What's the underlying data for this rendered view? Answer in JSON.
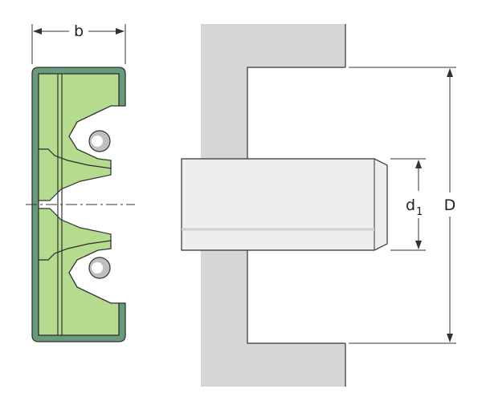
{
  "labels": {
    "width_symbol": "b",
    "shaft_symbol": "d",
    "shaft_subscript": "1",
    "outer_symbol": "D"
  },
  "colors": {
    "seal_case": "#6a9a7e",
    "seal_lip": "#b5db8e",
    "housing": "#d6d6d6",
    "shaft": "#eeeeee",
    "line": "#333333",
    "spring_highlight": "#ffffff"
  }
}
